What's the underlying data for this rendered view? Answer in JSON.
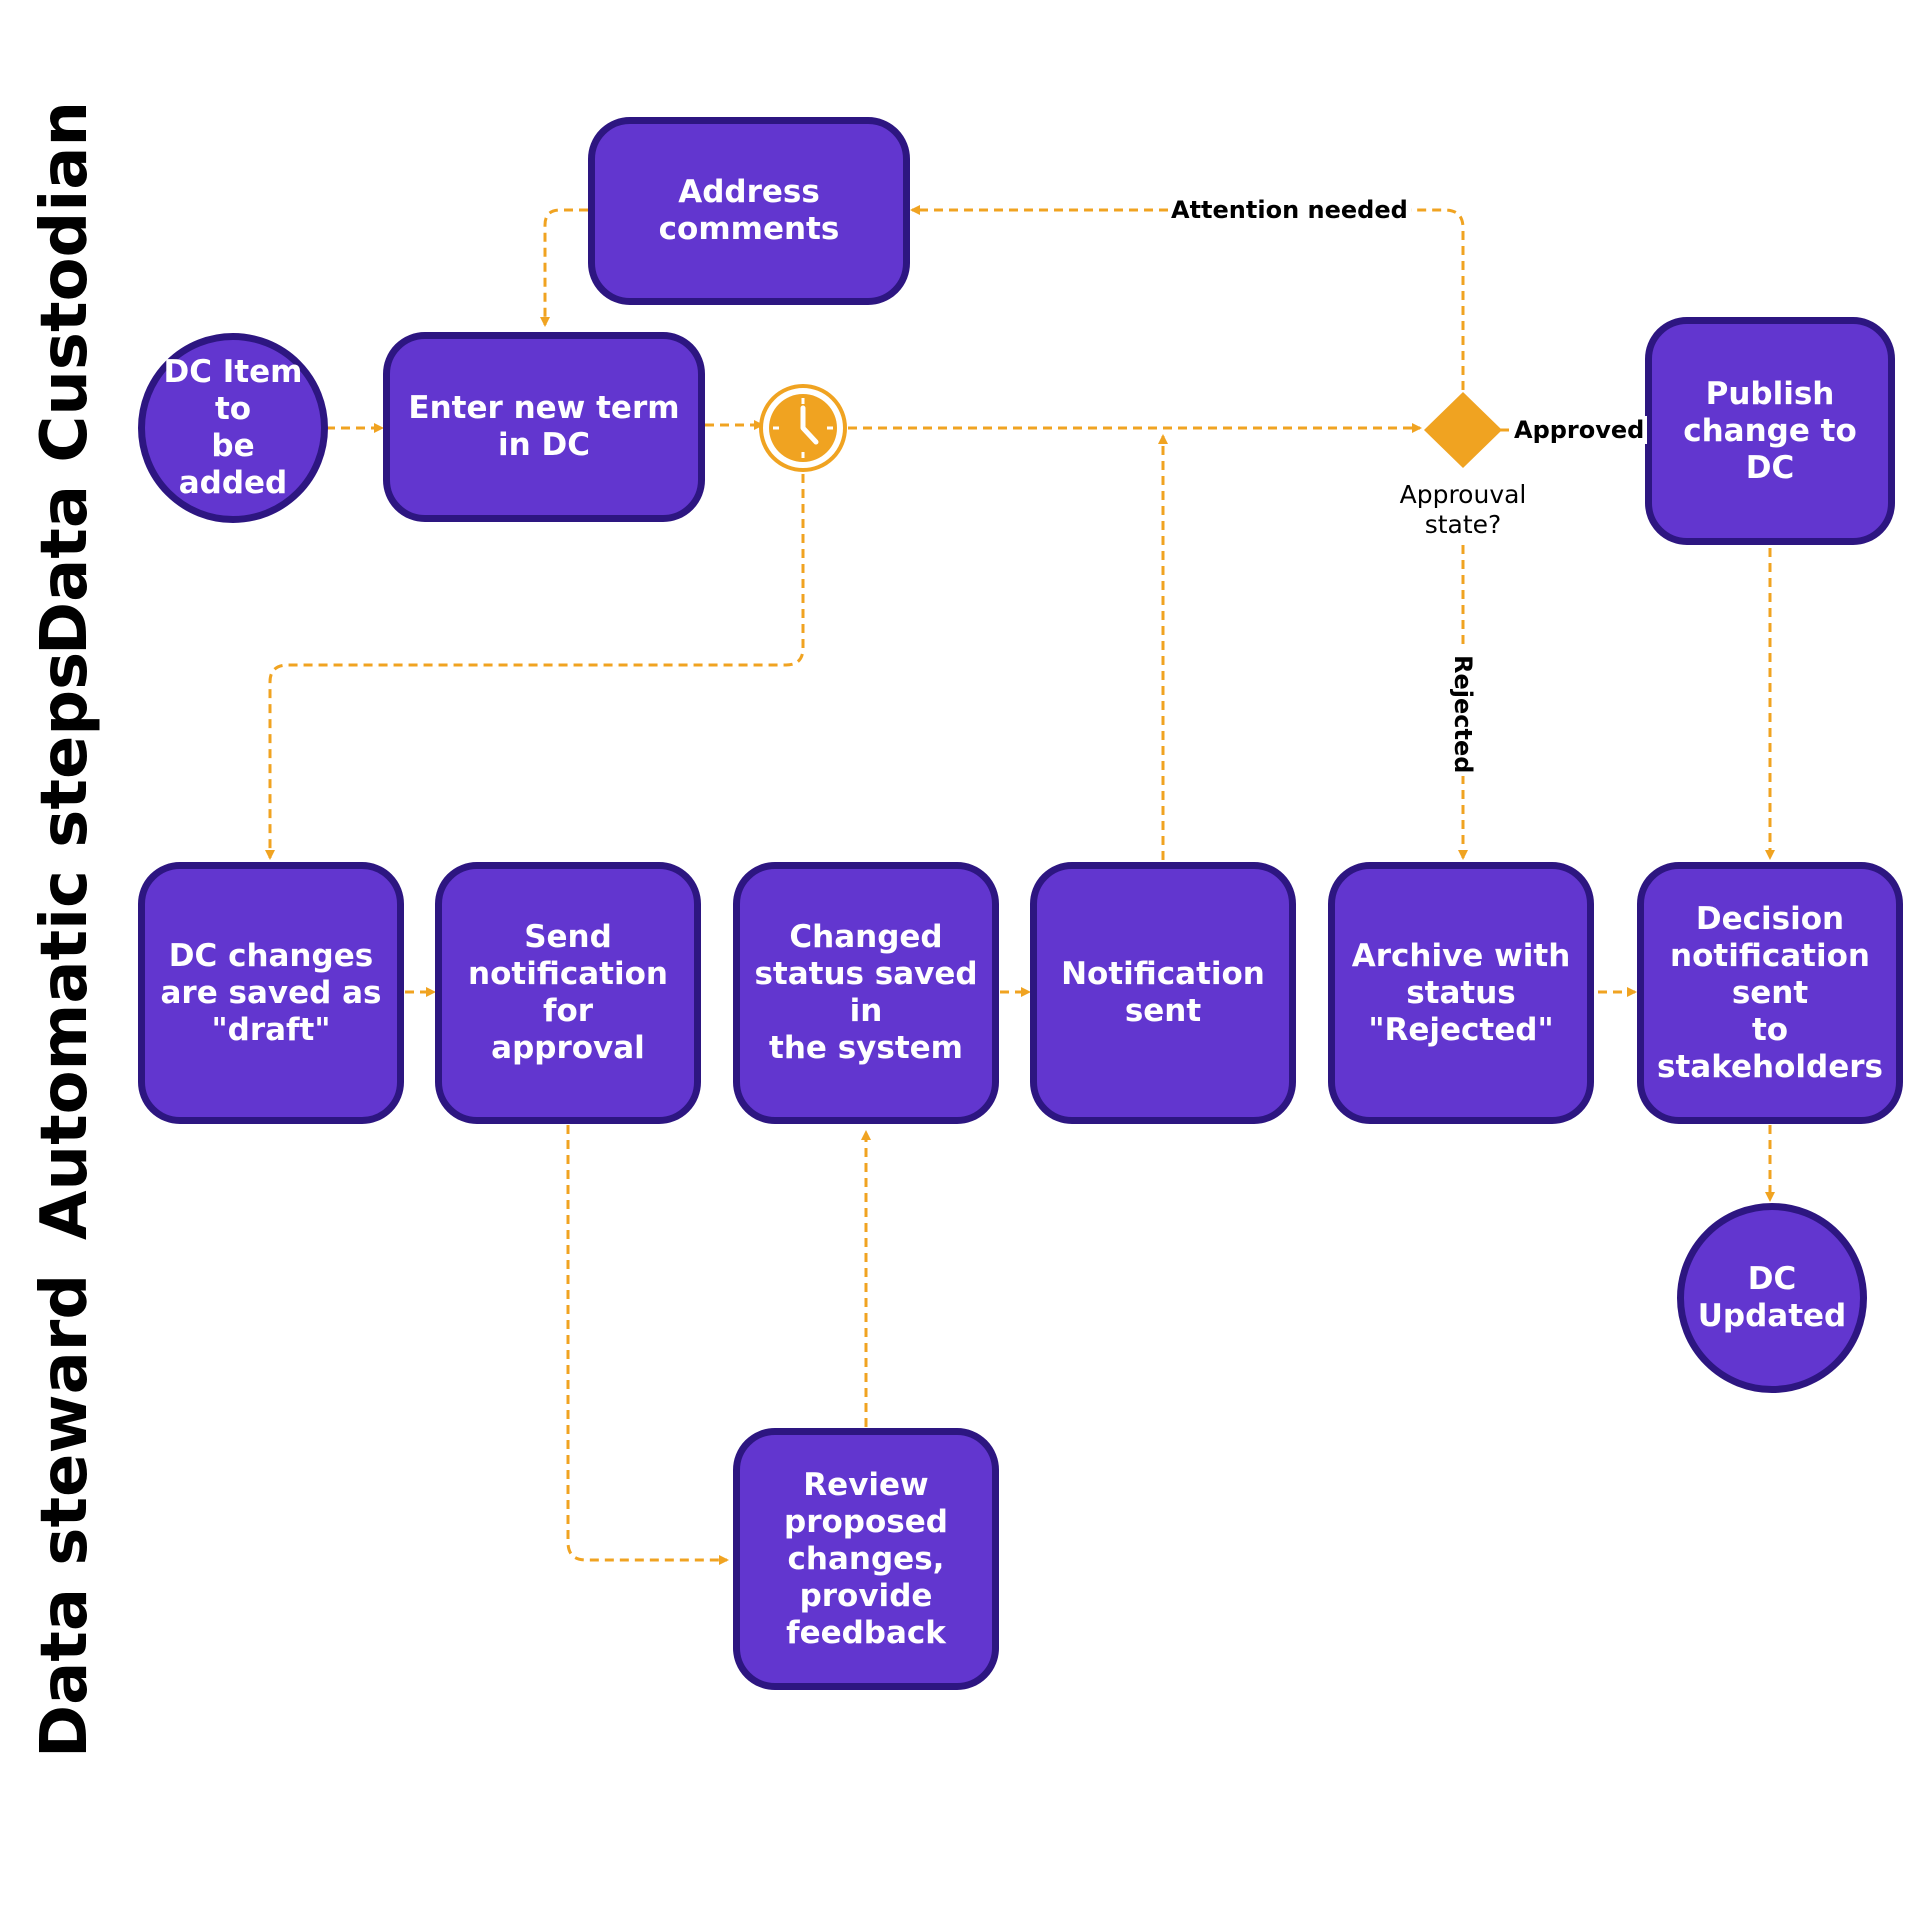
{
  "lanes": {
    "custodian": "Data Custodian",
    "automatic": "Automatic steps",
    "steward": "Data steward"
  },
  "nodes": {
    "dc_item": "DC Item to\nbe added",
    "enter_term": "Enter new term\nin DC",
    "address_comments": "Address\ncomments",
    "publish": "Publish\nchange to\nDC",
    "draft": "DC changes\nare saved as\n\"draft\"",
    "send_notification": "Send\nnotification for\napproval",
    "changed_status": "Changed\nstatus saved in\nthe system",
    "notification_sent": "Notification\nsent",
    "archive": "Archive with\nstatus\n\"Rejected\"",
    "decision": "Decision\nnotification sent\nto stakeholders",
    "dc_updated": "DC\nUpdated",
    "review": "Review\nproposed\nchanges,\nprovide\nfeedback"
  },
  "gateway": {
    "label": "Approuval\nstate?"
  },
  "edge_labels": {
    "attention": "Attention needed",
    "approved": "Approved",
    "rejected": "Rejected"
  },
  "icons": {
    "timer": "clock-icon",
    "gateway": "diamond-gateway-icon"
  },
  "colors": {
    "node_fill": "#6236cf",
    "node_border": "#2d1681",
    "connector": "#f0a321"
  }
}
